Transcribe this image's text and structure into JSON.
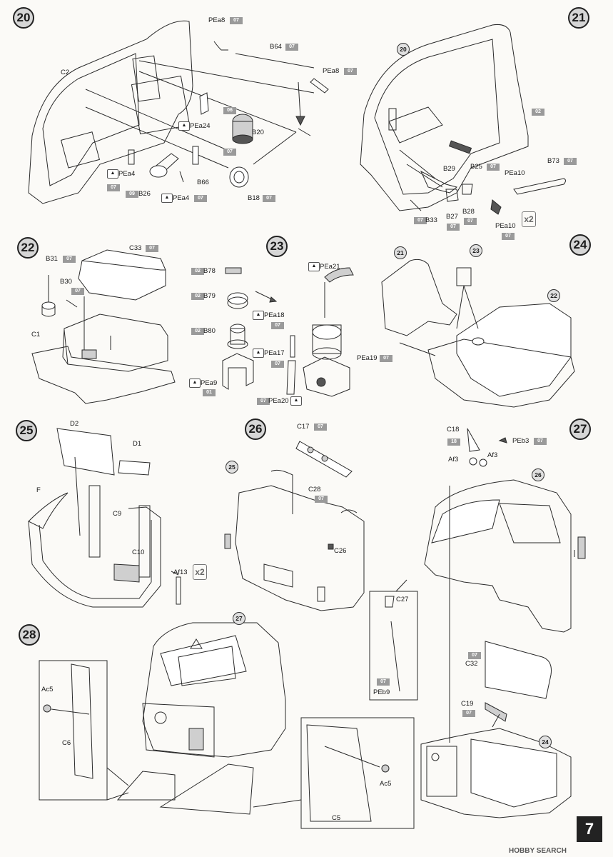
{
  "page_number": "7",
  "watermark": "HOBBY SEARCH",
  "steps": [
    {
      "num": "20"
    },
    {
      "num": "21"
    },
    {
      "num": "22"
    },
    {
      "num": "23"
    },
    {
      "num": "24"
    },
    {
      "num": "25"
    },
    {
      "num": "26"
    },
    {
      "num": "27"
    },
    {
      "num": "28"
    }
  ],
  "labels": {
    "s20": {
      "pea8a": "PEa8",
      "b64": "B64",
      "pea8b": "PEa8",
      "c2": "C2",
      "pea24": "PEa24",
      "b20": "B20",
      "pea4a": "PEa4",
      "b26": "B26",
      "b66": "B66",
      "pea4b": "PEa4",
      "b18": "B18"
    },
    "s21": {
      "ref20": "20",
      "b25": "B25",
      "b29": "B29",
      "b73": "B73",
      "pea10a": "PEa10",
      "b33": "B33",
      "b27": "B27",
      "b28": "B28",
      "pea10b": "PEa10",
      "mult": "x2"
    },
    "s22": {
      "b31": "B31",
      "c33": "C33",
      "b30": "B30",
      "c1": "C1"
    },
    "s23": {
      "b78": "B78",
      "pea21": "PEa21",
      "b79": "B79",
      "pea18": "PEa18",
      "b80": "B80",
      "pea17": "PEa17",
      "pea19": "PEa19",
      "pea9": "PEa9",
      "pea20": "PEa20"
    },
    "s24": {
      "ref21": "21",
      "ref23": "23",
      "ref22": "22"
    },
    "s25": {
      "d2": "D2",
      "d1": "D1",
      "f": "F",
      "c9": "C9",
      "c10": "C10",
      "af13": "Af13",
      "mult": "x2"
    },
    "s26": {
      "c17": "C17",
      "ref25": "25",
      "c28": "C28",
      "c26": "C26",
      "c27": "C27",
      "peb9": "PEb9"
    },
    "s27": {
      "c18": "C18",
      "peb3": "PEb3",
      "af3a": "Af3",
      "af3b": "Af3",
      "ref26": "26",
      "c32": "C32",
      "c19": "C19",
      "ref24": "24"
    },
    "s28": {
      "ref27": "27",
      "ac5a": "Ac5",
      "c6": "C6",
      "ac5b": "Ac5",
      "c5": "C5"
    }
  },
  "badges": {
    "b07": "07",
    "b06": "06",
    "b02": "02",
    "b09": "09",
    "b18": "18",
    "b01": "01"
  },
  "colors": {
    "badge": "#9a9a9a",
    "step_circle": "#d6d6d6",
    "line": "#2a2a2a",
    "paper": "#fbfaf7"
  }
}
